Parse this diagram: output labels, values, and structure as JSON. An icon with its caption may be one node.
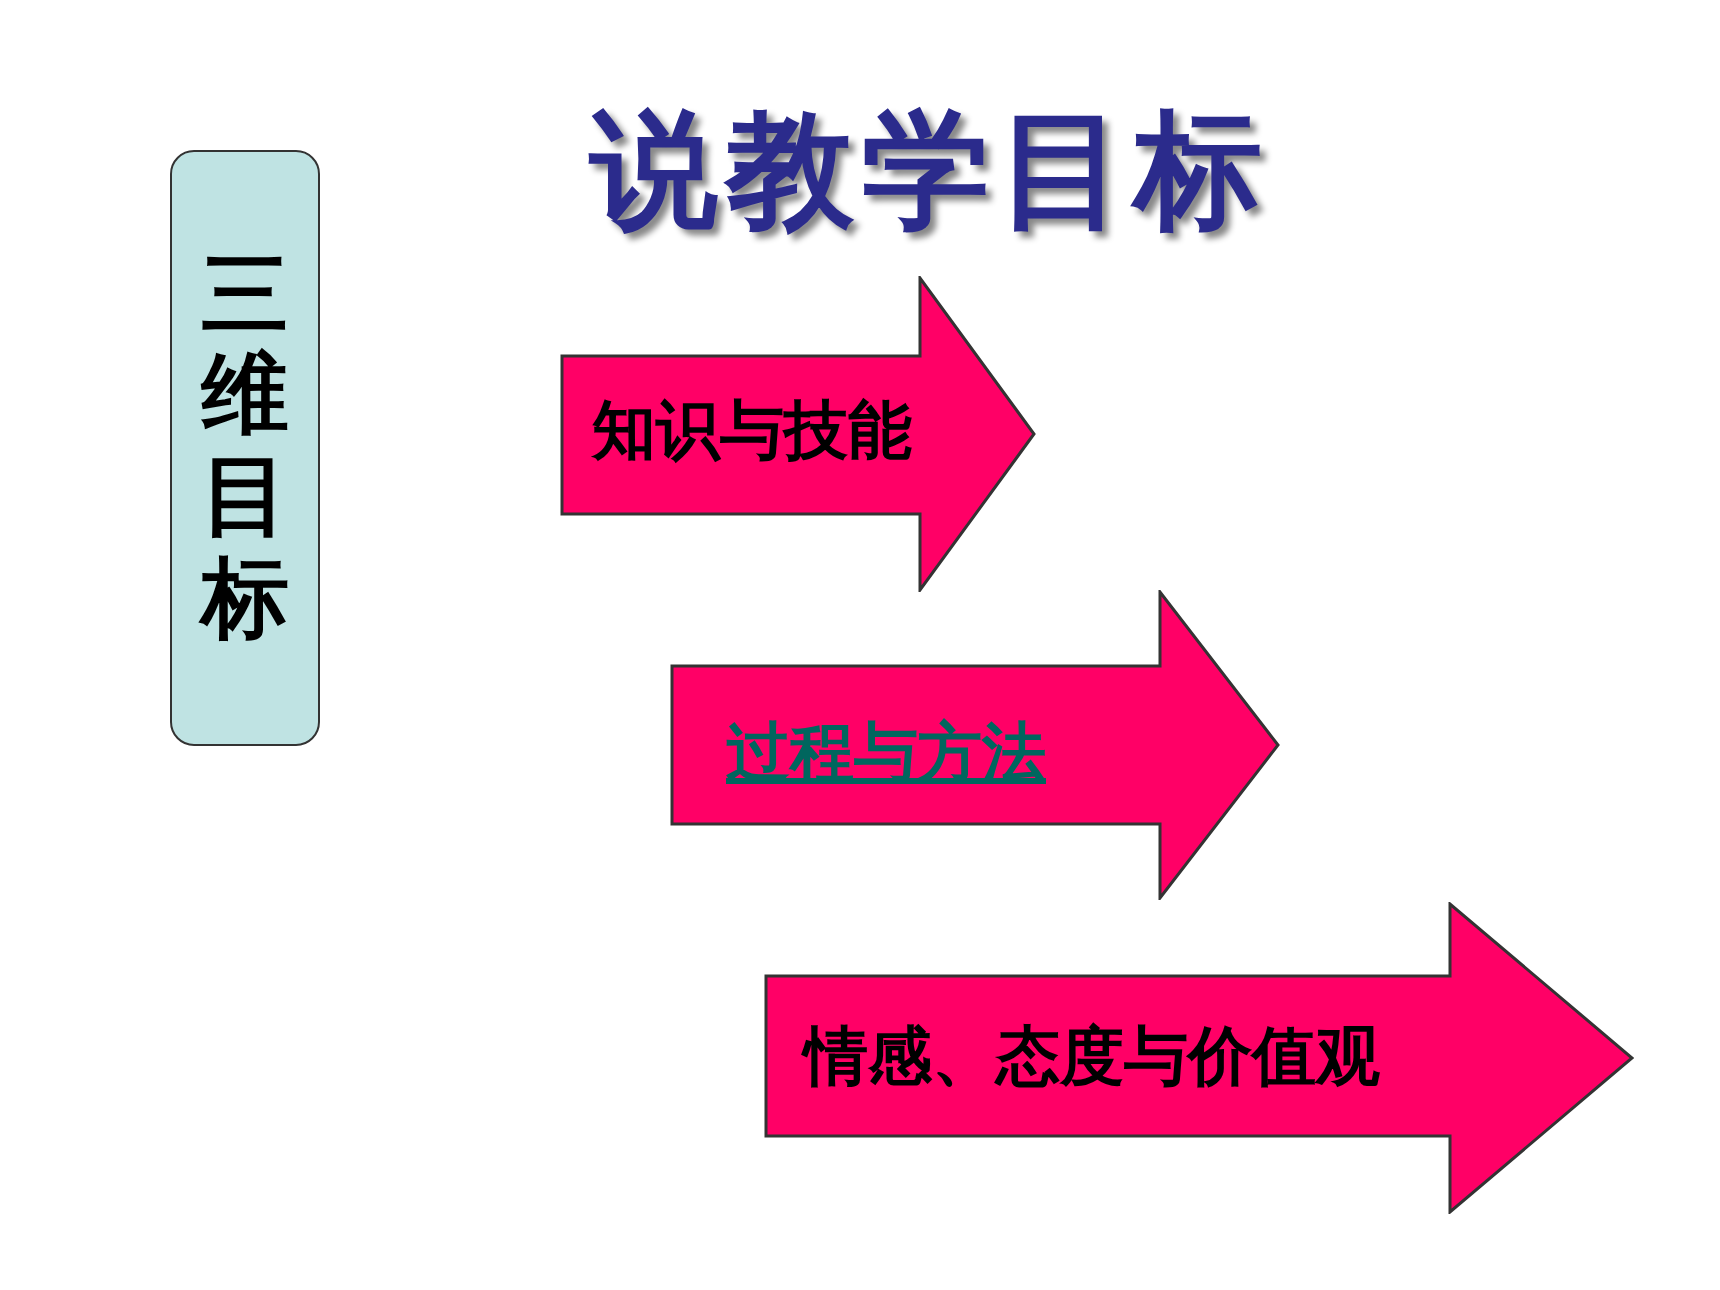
{
  "diagram": {
    "title": "说教学目标",
    "nodes": [
      {
        "text": [
          "三维目标"
        ]
      },
      {
        "text": [
          "知识与技能"
        ]
      },
      {
        "text": [
          "过程与方法"
        ]
      },
      {
        "text": [
          "情感、态度与价值观"
        ]
      }
    ],
    "edges": []
  }
}
